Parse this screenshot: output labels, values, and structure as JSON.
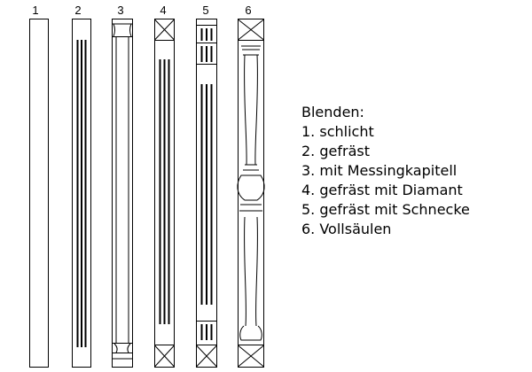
{
  "panel_numbers": [
    "1",
    "2",
    "3",
    "4",
    "5",
    "6"
  ],
  "legend": {
    "title": "Blenden:",
    "items": [
      "1. schlicht",
      "2. gefräst",
      "3. mit Messingkapitell",
      "4. gefräst mit Diamant",
      "5. gefräst mit Schnecke",
      "6. Vollsäulen"
    ]
  },
  "colors": {
    "line": "#000000",
    "background": "#ffffff"
  }
}
